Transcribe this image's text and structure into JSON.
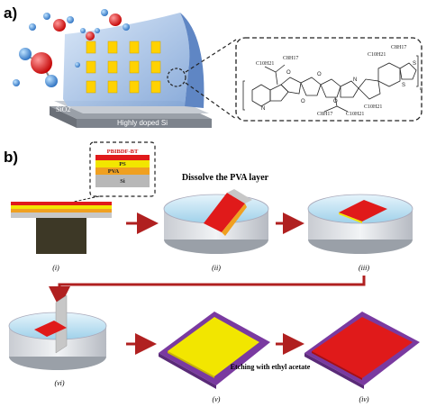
{
  "panels": {
    "a_label": "a)",
    "b_label": "b)"
  },
  "device": {
    "substrate_top": "SiO2",
    "substrate_bottom": "Highly doped Si"
  },
  "molecule": {
    "chain_top_left": "C10H21",
    "chain_top_left_2": "C8H17",
    "chain_bottom_left": "C8H17",
    "chain_bottom_left_2": "C10H21",
    "chain_right_top": "C10H21",
    "chain_right_top_2": "C8H17",
    "chain_right_bottom": "C10H21",
    "repeat": "n"
  },
  "stack": {
    "l1": "PBIBDF-BT",
    "l2": "PS",
    "l3": "PVA",
    "l4": "Si"
  },
  "captions": {
    "dissolve": "Dissolve the PVA layer",
    "etching": "Etching with ethyl acetate"
  },
  "steps": {
    "i": "(i)",
    "ii": "(ii)",
    "iii": "(iii)",
    "iv": "(iv)",
    "v": "(v)",
    "vi": "(vi)"
  },
  "colors": {
    "polymer": "#e01a1a",
    "ps": "#f2e600",
    "pva": "#f0a020",
    "si": "#b8b8b8",
    "arrow": "#b02020",
    "water": "#bfe3f2",
    "substrate_purple": "#7a3aa0"
  }
}
